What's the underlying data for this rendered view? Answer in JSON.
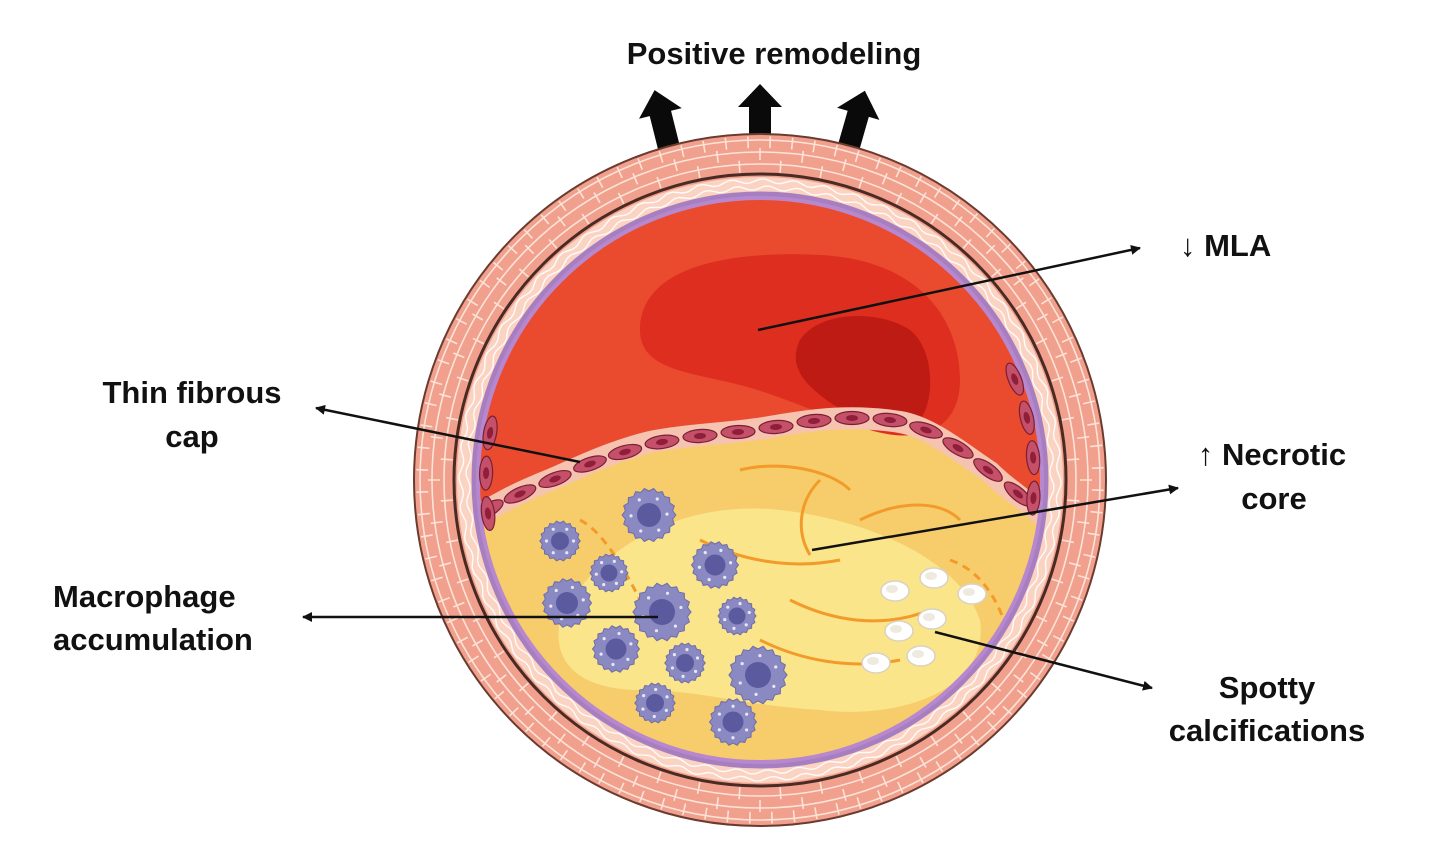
{
  "labels": {
    "remodeling": "Positive remodeling",
    "mla": "↓ MLA",
    "fibrous_cap_1": "Thin fibrous",
    "fibrous_cap_2": "cap",
    "necrotic_1": "↑ Necrotic",
    "necrotic_2": "core",
    "macrophage_1": "Macrophage",
    "macrophage_2": "accumulation",
    "calc_1": "Spotty",
    "calc_2": "calcifications"
  },
  "colors": {
    "adventitia": "#F0A08C",
    "adventitia_lines": "#FCE3D8",
    "media": "#FBD3C2",
    "intima_border": "#A77FC0",
    "endothelium": "#A8314D",
    "lumen": "#EA4A2D",
    "lumen_highlight": "#DE2E1F",
    "lumen_dark": "#BE1B14",
    "lipid": "#F7CD6C",
    "lipid_light": "#FAE58A",
    "macrophage": "#8A89C2",
    "macrophage_nucleus": "#5C5A9E",
    "calcification": "#FFFFFF",
    "arrow": "#111111"
  }
}
